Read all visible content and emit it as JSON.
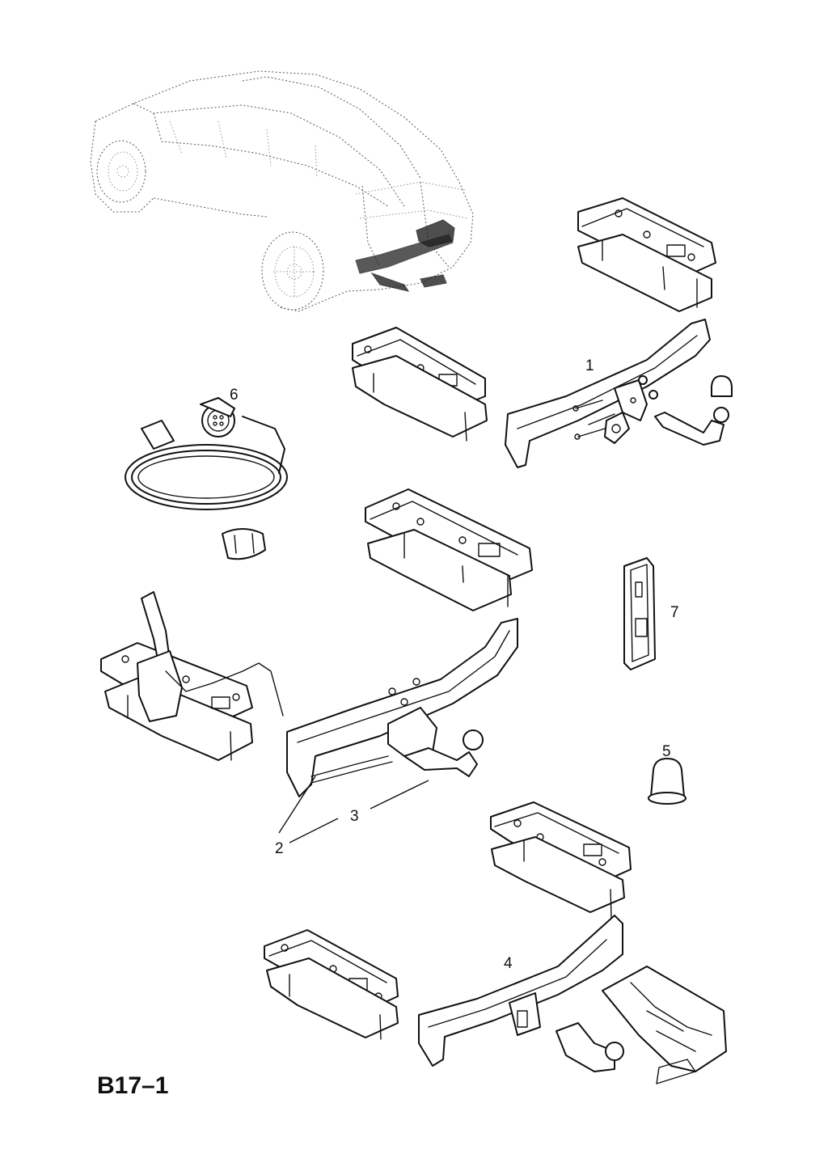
{
  "figure_code": "B17–1",
  "callouts": [
    {
      "id": "c1",
      "text": "1"
    },
    {
      "id": "c2",
      "text": "2"
    },
    {
      "id": "c3",
      "text": "3"
    },
    {
      "id": "c4",
      "text": "4"
    },
    {
      "id": "c5",
      "text": "5"
    },
    {
      "id": "c6",
      "text": "6"
    },
    {
      "id": "c7",
      "text": "7"
    }
  ]
}
